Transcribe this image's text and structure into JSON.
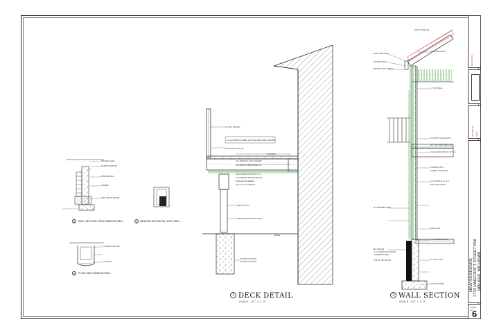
{
  "project": {
    "name": "NEW RESIDENCE",
    "street": "1733 VINECROFT STREET NW",
    "city": "WALKER, MICHIGAN"
  },
  "sheet": {
    "label": "SHEET NO.",
    "number": "6"
  },
  "views": {
    "deck": {
      "title": "DECK  DETAIL",
      "scale": "SCALE: 1/2\" = 1'-0\"",
      "number": "1"
    },
    "wall": {
      "title": "WALL  SECTION",
      "scale": "SCALE: 1/2\" = 1'-0\"",
      "number": "2"
    },
    "wall_thru_window_well": {
      "title": "WALL SECTION THRU WINDOW WELL",
      "number": "3"
    },
    "window_elevation": {
      "title": "WINDOW ELEVATION, WITH WELL",
      "number": "4"
    },
    "plan_window_well": {
      "title": "PLAN VIEW WINDOW WELL",
      "number": "5"
    }
  },
  "deck_notes": [
    "42\" HGT. RAILING",
    "ALL EXTERIOR LUMBER MUST BE PRESSURE TREATED",
    "5/4 DECK FLOOR (PT)",
    "FLASHING",
    "LUS SIMPSON JOIST HANGER",
    "H1 SIMPSON HURRICANE TIE",
    "2x10 FLOOR JOIST @ 16\" O.C.",
    "2x10 LEDGER AND RIM BOARD",
    "LEDGER FASTENERS",
    "(2) 1/2\" dia. LAG BOLTS",
    "6x6 POST (PT)",
    "ABU66 SIMPSON POST BASE",
    "GRADE",
    "16\" DIAM. FOOTING",
    "42\" BELOW GRADE"
  ],
  "wall_notes": [
    "ROOF SHINGLES",
    "ALUM. DRIP EDGE",
    "1x6 SUB FASCIA",
    "VENTED ALUM. SOFFIT",
    "R-38 INSULATION",
    "1/2\" DRYWALL",
    "R-19 BATT INSULATION",
    "3/4\" T&G OSB SUBFLOOR",
    "2x10 FLOOR JOIST @ 16\" O.C.",
    "2x10 RIM JOIST",
    "DOUBLE TOP PLATE",
    "2x6 STUDS @ 16\" O.C.",
    "R-21 INSULATION",
    "1/2\" OSB SHEATHING",
    "SILL SEALER",
    "BASE TRIM",
    "4\" CONCRETE SLAB",
    "1 1/2\" RIGID INSULATION",
    "DAMPPROOFING",
    "2x8 P.T. SILL PLATE",
    "8\" CONC. WALL",
    "8\"x16\" FOOTING"
  ],
  "window_well_notes": [
    "BUILDING LINE",
    "EGRESS WINDOW",
    "WINDOW WELL",
    "LADDER",
    "WELL DRAIN GRAVEL",
    "FOUNDATION LINE",
    "FOOTING"
  ],
  "title_block": {
    "revisions_label": "REVISIONS",
    "drawn_label": "DRAWN BY",
    "date_label": "DATE"
  }
}
